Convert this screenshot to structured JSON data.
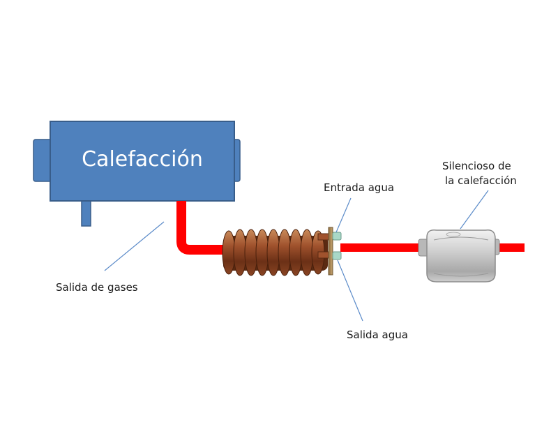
{
  "diagram": {
    "heater_label": "Calefacción",
    "exhaust_outlet_label": "Salida de gases",
    "water_inlet_label": "Entrada agua",
    "water_outlet_label": "Salida agua",
    "muffler_label_line1": "Silencioso de",
    "muffler_label_line2": "la calefacción"
  },
  "colors": {
    "heater_fill": "#4f81bd",
    "heater_stroke": "#385d8a",
    "exhaust_pipe": "#ff0000",
    "coil_copper": "#a0522d",
    "leader_line": "#5b8bc9",
    "muffler_body": "#c8c8c8"
  },
  "icons": {
    "heater": "heater-box-icon",
    "coil": "heat-exchanger-coil-icon",
    "muffler": "muffler-icon"
  }
}
